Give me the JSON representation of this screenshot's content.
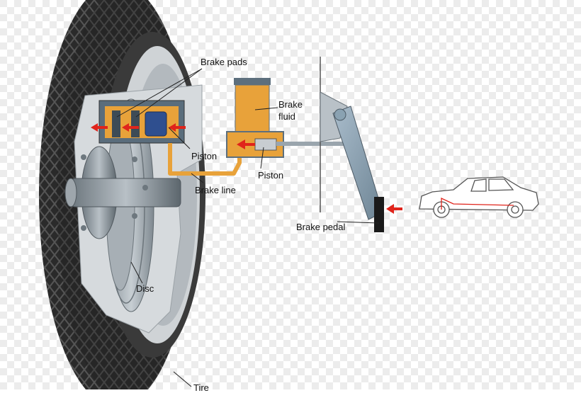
{
  "labels": {
    "brake_pads": "Brake pads",
    "brake_fluid_1": "Brake",
    "brake_fluid_2": "fluid",
    "piston_caliper": "Piston",
    "piston_master": "Piston",
    "brake_line": "Brake line",
    "brake_pedal": "Brake pedal",
    "disc": "Disc",
    "tire": "Tire"
  },
  "colors": {
    "checker_light": "#ffffff",
    "checker_dark": "#ececec",
    "tire": "#2b2b2b",
    "rim": "#c9cdd1",
    "caliper_body": "#e8a23a",
    "piston": "#2f4f8f",
    "fluid": "#e8a23a",
    "arrow": "#e0241b",
    "pedal": "#8aa2b2",
    "car_outline": "#555555",
    "car_brake_line": "#e0241b"
  },
  "icons": [
    "red-arrow-icon",
    "car-icon"
  ]
}
